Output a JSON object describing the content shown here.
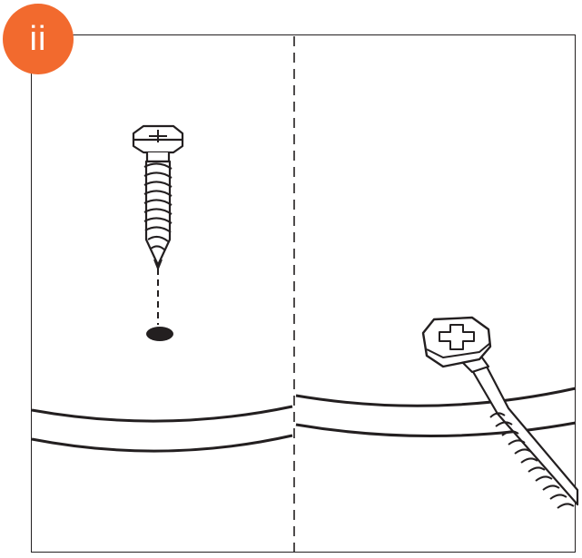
{
  "step": {
    "label": "ii"
  },
  "colors": {
    "badge": "#f26a2e",
    "stroke": "#231f20",
    "background": "#ffffff"
  },
  "panels": [
    {
      "name": "left",
      "illustration": "screw-above-pilot-hole"
    },
    {
      "name": "right",
      "illustration": "screw-inserted-at-angle"
    }
  ]
}
